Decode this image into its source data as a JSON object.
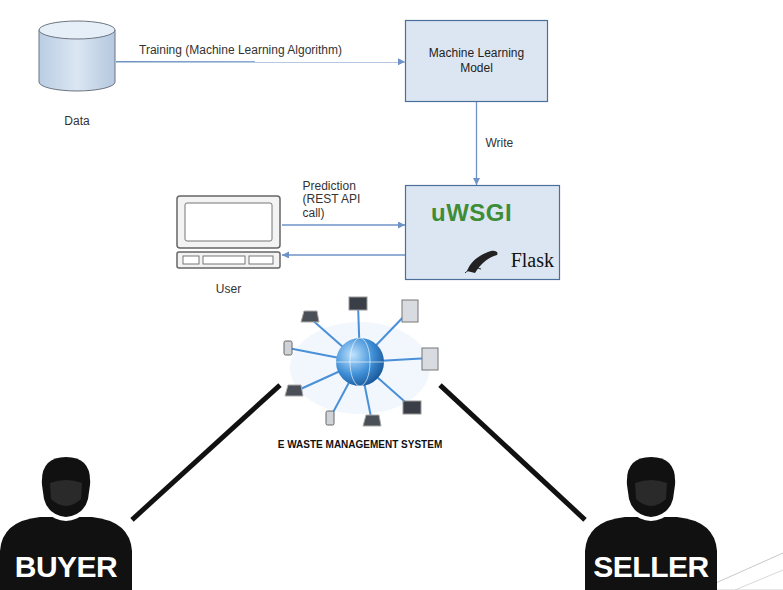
{
  "diagram": {
    "nodes": [
      {
        "text": [
          "Data"
        ]
      },
      {
        "text": [
          "Machine Learning Model"
        ]
      },
      {
        "text": [
          "User"
        ]
      },
      {
        "text": [
          "uWSGI",
          "Flask"
        ]
      },
      {
        "text": [
          "E WASTE MANAGEMENT SYSTEM"
        ]
      },
      {
        "text": [
          "BUYER"
        ]
      },
      {
        "text": [
          "SELLER"
        ]
      }
    ],
    "edges": [
      {
        "from": 0,
        "to": 1,
        "label": "Training (Machine Learning Algorithm)",
        "arrow": "to"
      },
      {
        "from": 1,
        "to": 3,
        "label": "Write",
        "arrow": "to"
      },
      {
        "from": 2,
        "to": 3,
        "label": "Prediction (REST API call)",
        "arrow": "to"
      },
      {
        "from": 3,
        "to": 2,
        "arrow": "to"
      },
      {
        "from": 5,
        "to": 4,
        "arrow": "none"
      },
      {
        "from": 4,
        "to": 6,
        "arrow": "none"
      }
    ]
  }
}
